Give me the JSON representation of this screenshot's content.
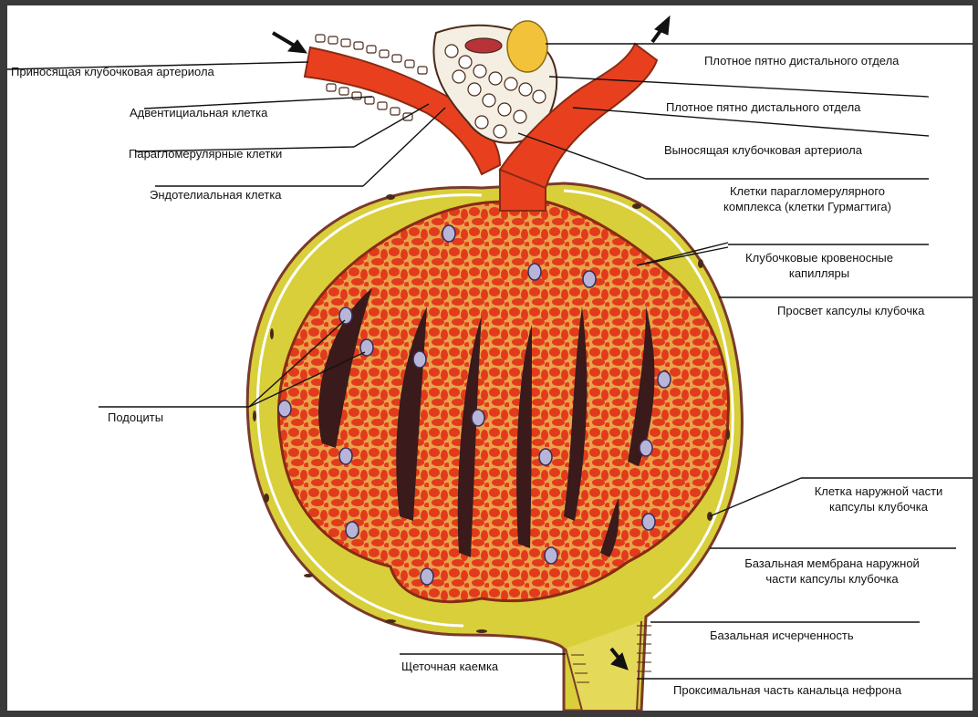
{
  "colors": {
    "background_frame": "#3a3a3a",
    "vessel_red": "#e8401f",
    "capsule_space_yellow": "#d8cf3a",
    "capillary_dark": "#3a1a1a",
    "macula_yellow": "#f2c33a",
    "cell_nucleus": "#b8b6d8"
  },
  "labels": {
    "afferent_arteriole": "Приносящая клубочковая артериола",
    "adventitial_cell": "Адвентициальная клетка",
    "paraglomerular_cells": "Парагломерулярные клетки",
    "endothelial_cell": "Эндотелиальная клетка",
    "podocytes": "Подоциты",
    "brush_border": "Щеточная каемка",
    "macula_densa_1": "Плотное пятно дистального отдела",
    "macula_densa_2": "Плотное пятно дистального отдела",
    "efferent_arteriole": "Выносящая клубочковая артериола",
    "jga_cells_line1": "Клетки парагломерулярного",
    "jga_cells_line2": "комплекса (клетки Гурмагтига)",
    "glomerular_capillaries_line1": "Клубочковые кровеносные",
    "glomerular_capillaries_line2": "капилляры",
    "capsule_lumen": "Просвет капсулы клубочка",
    "outer_capsule_cell_line1": "Клетка наружной части",
    "outer_capsule_cell_line2": "капсулы клубочка",
    "basement_membrane_line1": "Базальная мембрана наружной",
    "basement_membrane_line2": "части капсулы клубочка",
    "basal_striation": "Базальная исчерченность",
    "proximal_tubule": "Проксимальная часть канальца нефрона"
  }
}
